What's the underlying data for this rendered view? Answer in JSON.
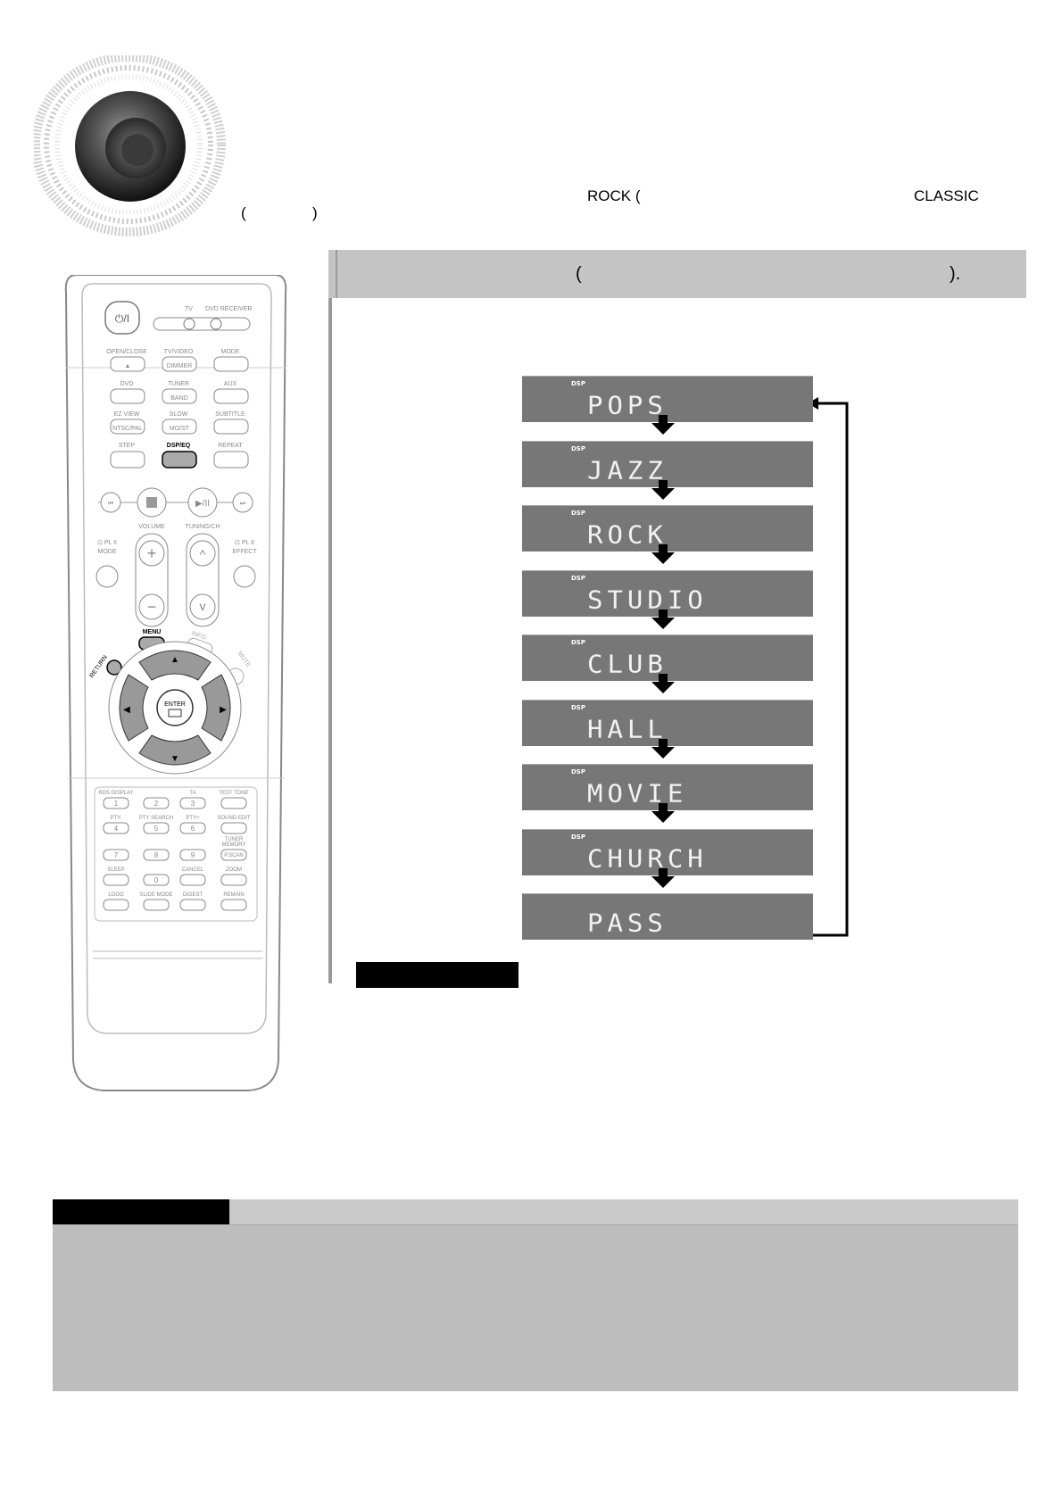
{
  "header": {
    "rock_label": "ROCK (",
    "classic_label": "CLASSIC",
    "paren_open": "(",
    "paren_close": ")"
  },
  "step_bar": {
    "paren_open": "(",
    "paren_close": ")."
  },
  "remote": {
    "top_labels": [
      "TV",
      "DVD RECEIVER"
    ],
    "row1": [
      "OPEN/CLOSE",
      "TV/VIDEO",
      "MODE"
    ],
    "row1_btn": [
      "▲",
      "DIMMER",
      ""
    ],
    "row2": [
      "DVD",
      "TUNER",
      "AUX"
    ],
    "row2_btn": [
      "",
      "BAND",
      ""
    ],
    "row3": [
      "EZ VIEW",
      "SLOW",
      "SUBTITLE"
    ],
    "row3_btn": [
      "NTSC/PAL",
      "MO/ST",
      ""
    ],
    "row4": [
      "STEP",
      "DSP/EQ",
      "REPEAT"
    ],
    "volume": "VOLUME",
    "tuning": "TUNING/CH",
    "pl_mode": [
      "PL II",
      "MODE"
    ],
    "pl_effect": [
      "PL II",
      "EFFECT"
    ],
    "menu": "MENU",
    "info": "INFO",
    "return": "RETURN",
    "mute": "MUTE",
    "enter": "ENTER",
    "num_labels": [
      "RDS DISPLAY",
      "TA",
      "TEST TONE",
      "PTY-",
      "PTY SEARCH",
      "PTY+",
      "SOUND EDIT",
      "TUNER MEMORY",
      "SLEEP",
      "CANCEL",
      "ZOOM",
      "LOGO",
      "SLIDE MODE",
      "DIGEST",
      "REMAIN"
    ],
    "numbers": [
      "1",
      "2",
      "3",
      "4",
      "5",
      "6",
      "7",
      "8",
      "9",
      "0"
    ],
    "pscan": "P.SCAN"
  },
  "dsp_modes": {
    "dsp_tag": "DSP",
    "items": [
      "POPS",
      "JAZZ",
      "ROCK",
      "STUDIO",
      "CLUB",
      "HALL",
      "MOVIE",
      "CHURCH",
      "PASS"
    ]
  },
  "colors": {
    "bar_gray": "#c4c4c4",
    "lcd_gray": "#777777",
    "note_gray": "#bdbdbd"
  }
}
